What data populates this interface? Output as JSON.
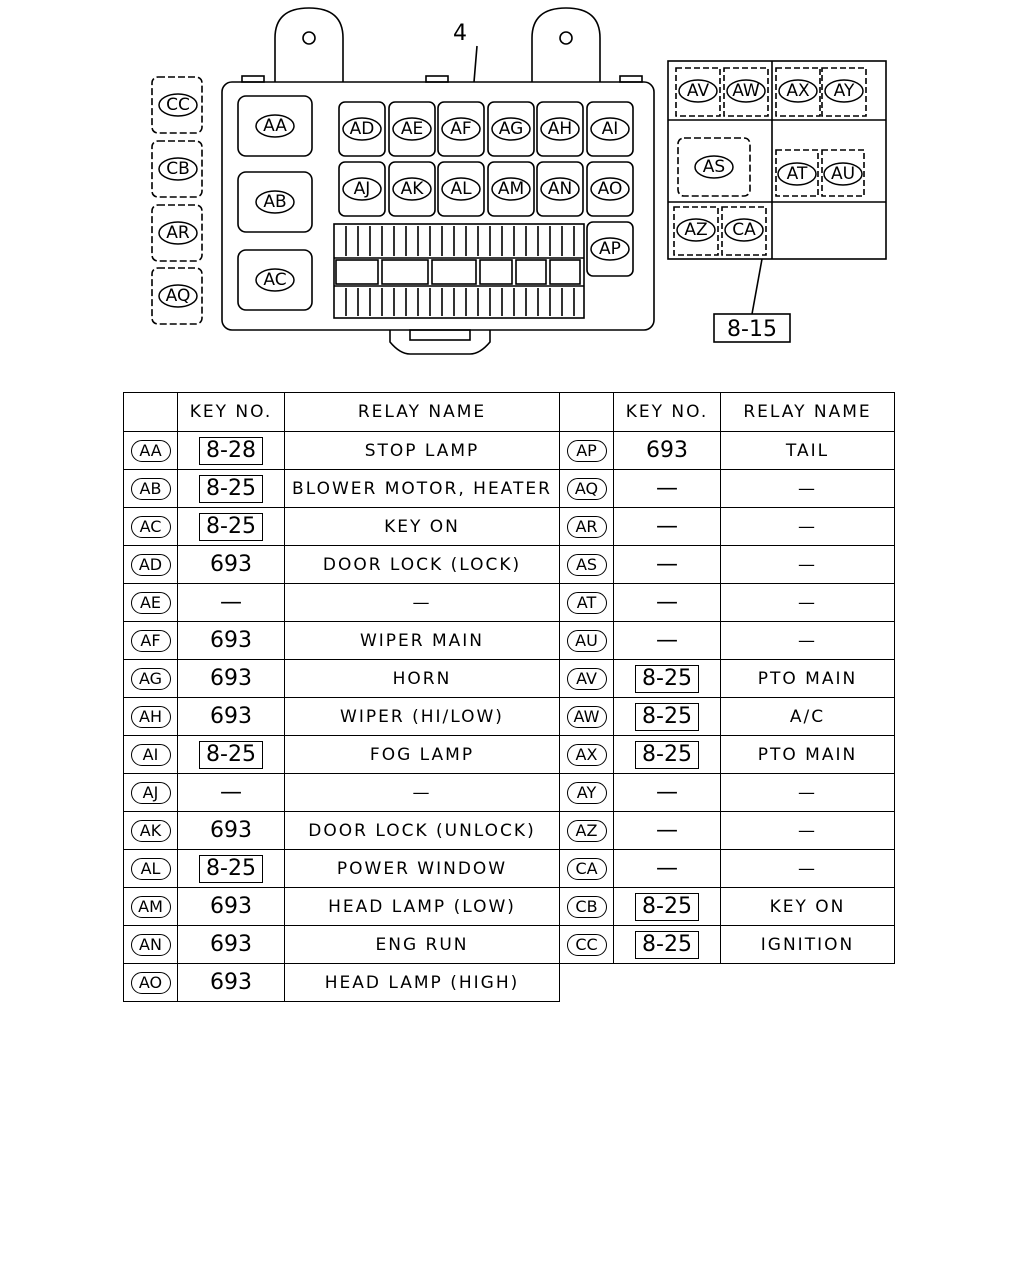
{
  "diagram": {
    "callout_4": "4",
    "callout_815": "8-15",
    "relay_labels": {
      "CC": "CC",
      "CB": "CB",
      "AR": "AR",
      "AQ": "AQ",
      "AA": "AA",
      "AB": "AB",
      "AC": "AC",
      "AD": "AD",
      "AE": "AE",
      "AF": "AF",
      "AG": "AG",
      "AH": "AH",
      "AI": "AI",
      "AJ": "AJ",
      "AK": "AK",
      "AL": "AL",
      "AM": "AM",
      "AN": "AN",
      "AO": "AO",
      "AP": "AP",
      "AV": "AV",
      "AW": "AW",
      "AX": "AX",
      "AY": "AY",
      "AS": "AS",
      "AT": "AT",
      "AU": "AU",
      "AZ": "AZ",
      "CA": "CA"
    }
  },
  "table": {
    "headers": {
      "key_no": "KEY NO.",
      "relay_name": "RELAY NAME"
    },
    "left": [
      {
        "code": "AA",
        "key_box": "8-28",
        "key": "",
        "name": "STOP LAMP"
      },
      {
        "code": "AB",
        "key_box": "8-25",
        "key": "",
        "name": "BLOWER MOTOR, HEATER"
      },
      {
        "code": "AC",
        "key_box": "8-25",
        "key": "",
        "name": "KEY ON"
      },
      {
        "code": "AD",
        "key_box": "",
        "key": "693",
        "name": "DOOR LOCK (LOCK)"
      },
      {
        "code": "AE",
        "key_box": "",
        "key": "—",
        "name": "—"
      },
      {
        "code": "AF",
        "key_box": "",
        "key": "693",
        "name": "WIPER MAIN"
      },
      {
        "code": "AG",
        "key_box": "",
        "key": "693",
        "name": "HORN"
      },
      {
        "code": "AH",
        "key_box": "",
        "key": "693",
        "name": "WIPER (HI/LOW)"
      },
      {
        "code": "AI",
        "key_box": "8-25",
        "key": "",
        "name": "FOG LAMP"
      },
      {
        "code": "AJ",
        "key_box": "",
        "key": "—",
        "name": "—"
      },
      {
        "code": "AK",
        "key_box": "",
        "key": "693",
        "name": "DOOR LOCK (UNLOCK)"
      },
      {
        "code": "AL",
        "key_box": "8-25",
        "key": "",
        "name": "POWER WINDOW"
      },
      {
        "code": "AM",
        "key_box": "",
        "key": "693",
        "name": "HEAD LAMP (LOW)"
      },
      {
        "code": "AN",
        "key_box": "",
        "key": "693",
        "name": "ENG RUN"
      },
      {
        "code": "AO",
        "key_box": "",
        "key": "693",
        "name": "HEAD LAMP (HIGH)"
      }
    ],
    "right": [
      {
        "code": "AP",
        "key_box": "",
        "key": "693",
        "name": "TAIL"
      },
      {
        "code": "AQ",
        "key_box": "",
        "key": "—",
        "name": "—"
      },
      {
        "code": "AR",
        "key_box": "",
        "key": "—",
        "name": "—"
      },
      {
        "code": "AS",
        "key_box": "",
        "key": "—",
        "name": "—"
      },
      {
        "code": "AT",
        "key_box": "",
        "key": "—",
        "name": "—"
      },
      {
        "code": "AU",
        "key_box": "",
        "key": "—",
        "name": "—"
      },
      {
        "code": "AV",
        "key_box": "8-25",
        "key": "",
        "name": "PTO MAIN"
      },
      {
        "code": "AW",
        "key_box": "8-25",
        "key": "",
        "name": "A/C"
      },
      {
        "code": "AX",
        "key_box": "8-25",
        "key": "",
        "name": "PTO MAIN"
      },
      {
        "code": "AY",
        "key_box": "",
        "key": "—",
        "name": "—"
      },
      {
        "code": "AZ",
        "key_box": "",
        "key": "—",
        "name": "—"
      },
      {
        "code": "CA",
        "key_box": "",
        "key": "—",
        "name": "—"
      },
      {
        "code": "CB",
        "key_box": "8-25",
        "key": "",
        "name": "KEY ON"
      },
      {
        "code": "CC",
        "key_box": "8-25",
        "key": "",
        "name": "IGNITION"
      }
    ]
  }
}
